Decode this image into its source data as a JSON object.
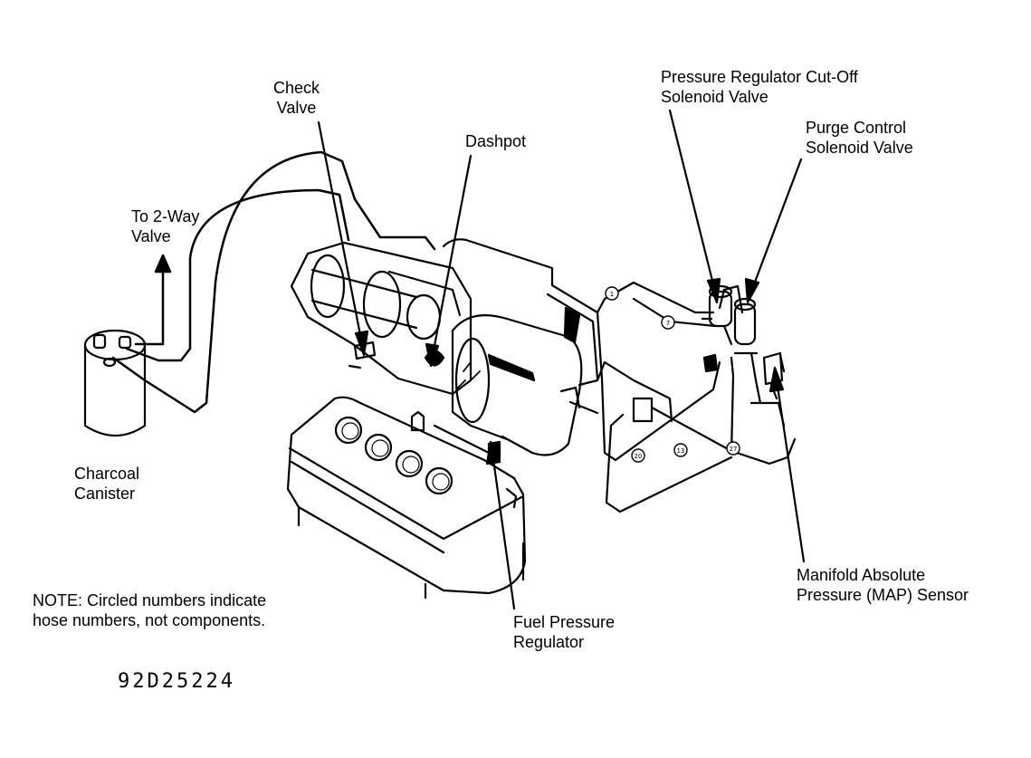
{
  "labels": {
    "check_valve": [
      "Check",
      "Valve"
    ],
    "dashpot": "Dashpot",
    "pressure_regulator_cutoff": [
      "Pressure Regulator Cut-Off",
      "Solenoid Valve"
    ],
    "purge_control": [
      "Purge Control",
      "Solenoid Valve"
    ],
    "to_two_way_valve": [
      "To 2-Way",
      "Valve"
    ],
    "charcoal_canister": [
      "Charcoal",
      "Canister"
    ],
    "map_sensor": [
      "Manifold Absolute",
      "Pressure (MAP) Sensor"
    ],
    "fuel_pressure_regulator": [
      "Fuel Pressure",
      "Regulator"
    ]
  },
  "note": [
    "NOTE: Circled numbers indicate",
    "hose numbers, not components."
  ],
  "figure_code": "92D25224",
  "hose_numbers": [
    "1",
    "7",
    "20",
    "13",
    "27"
  ],
  "colors": {
    "ink": "#000000",
    "paper": "#ffffff"
  }
}
